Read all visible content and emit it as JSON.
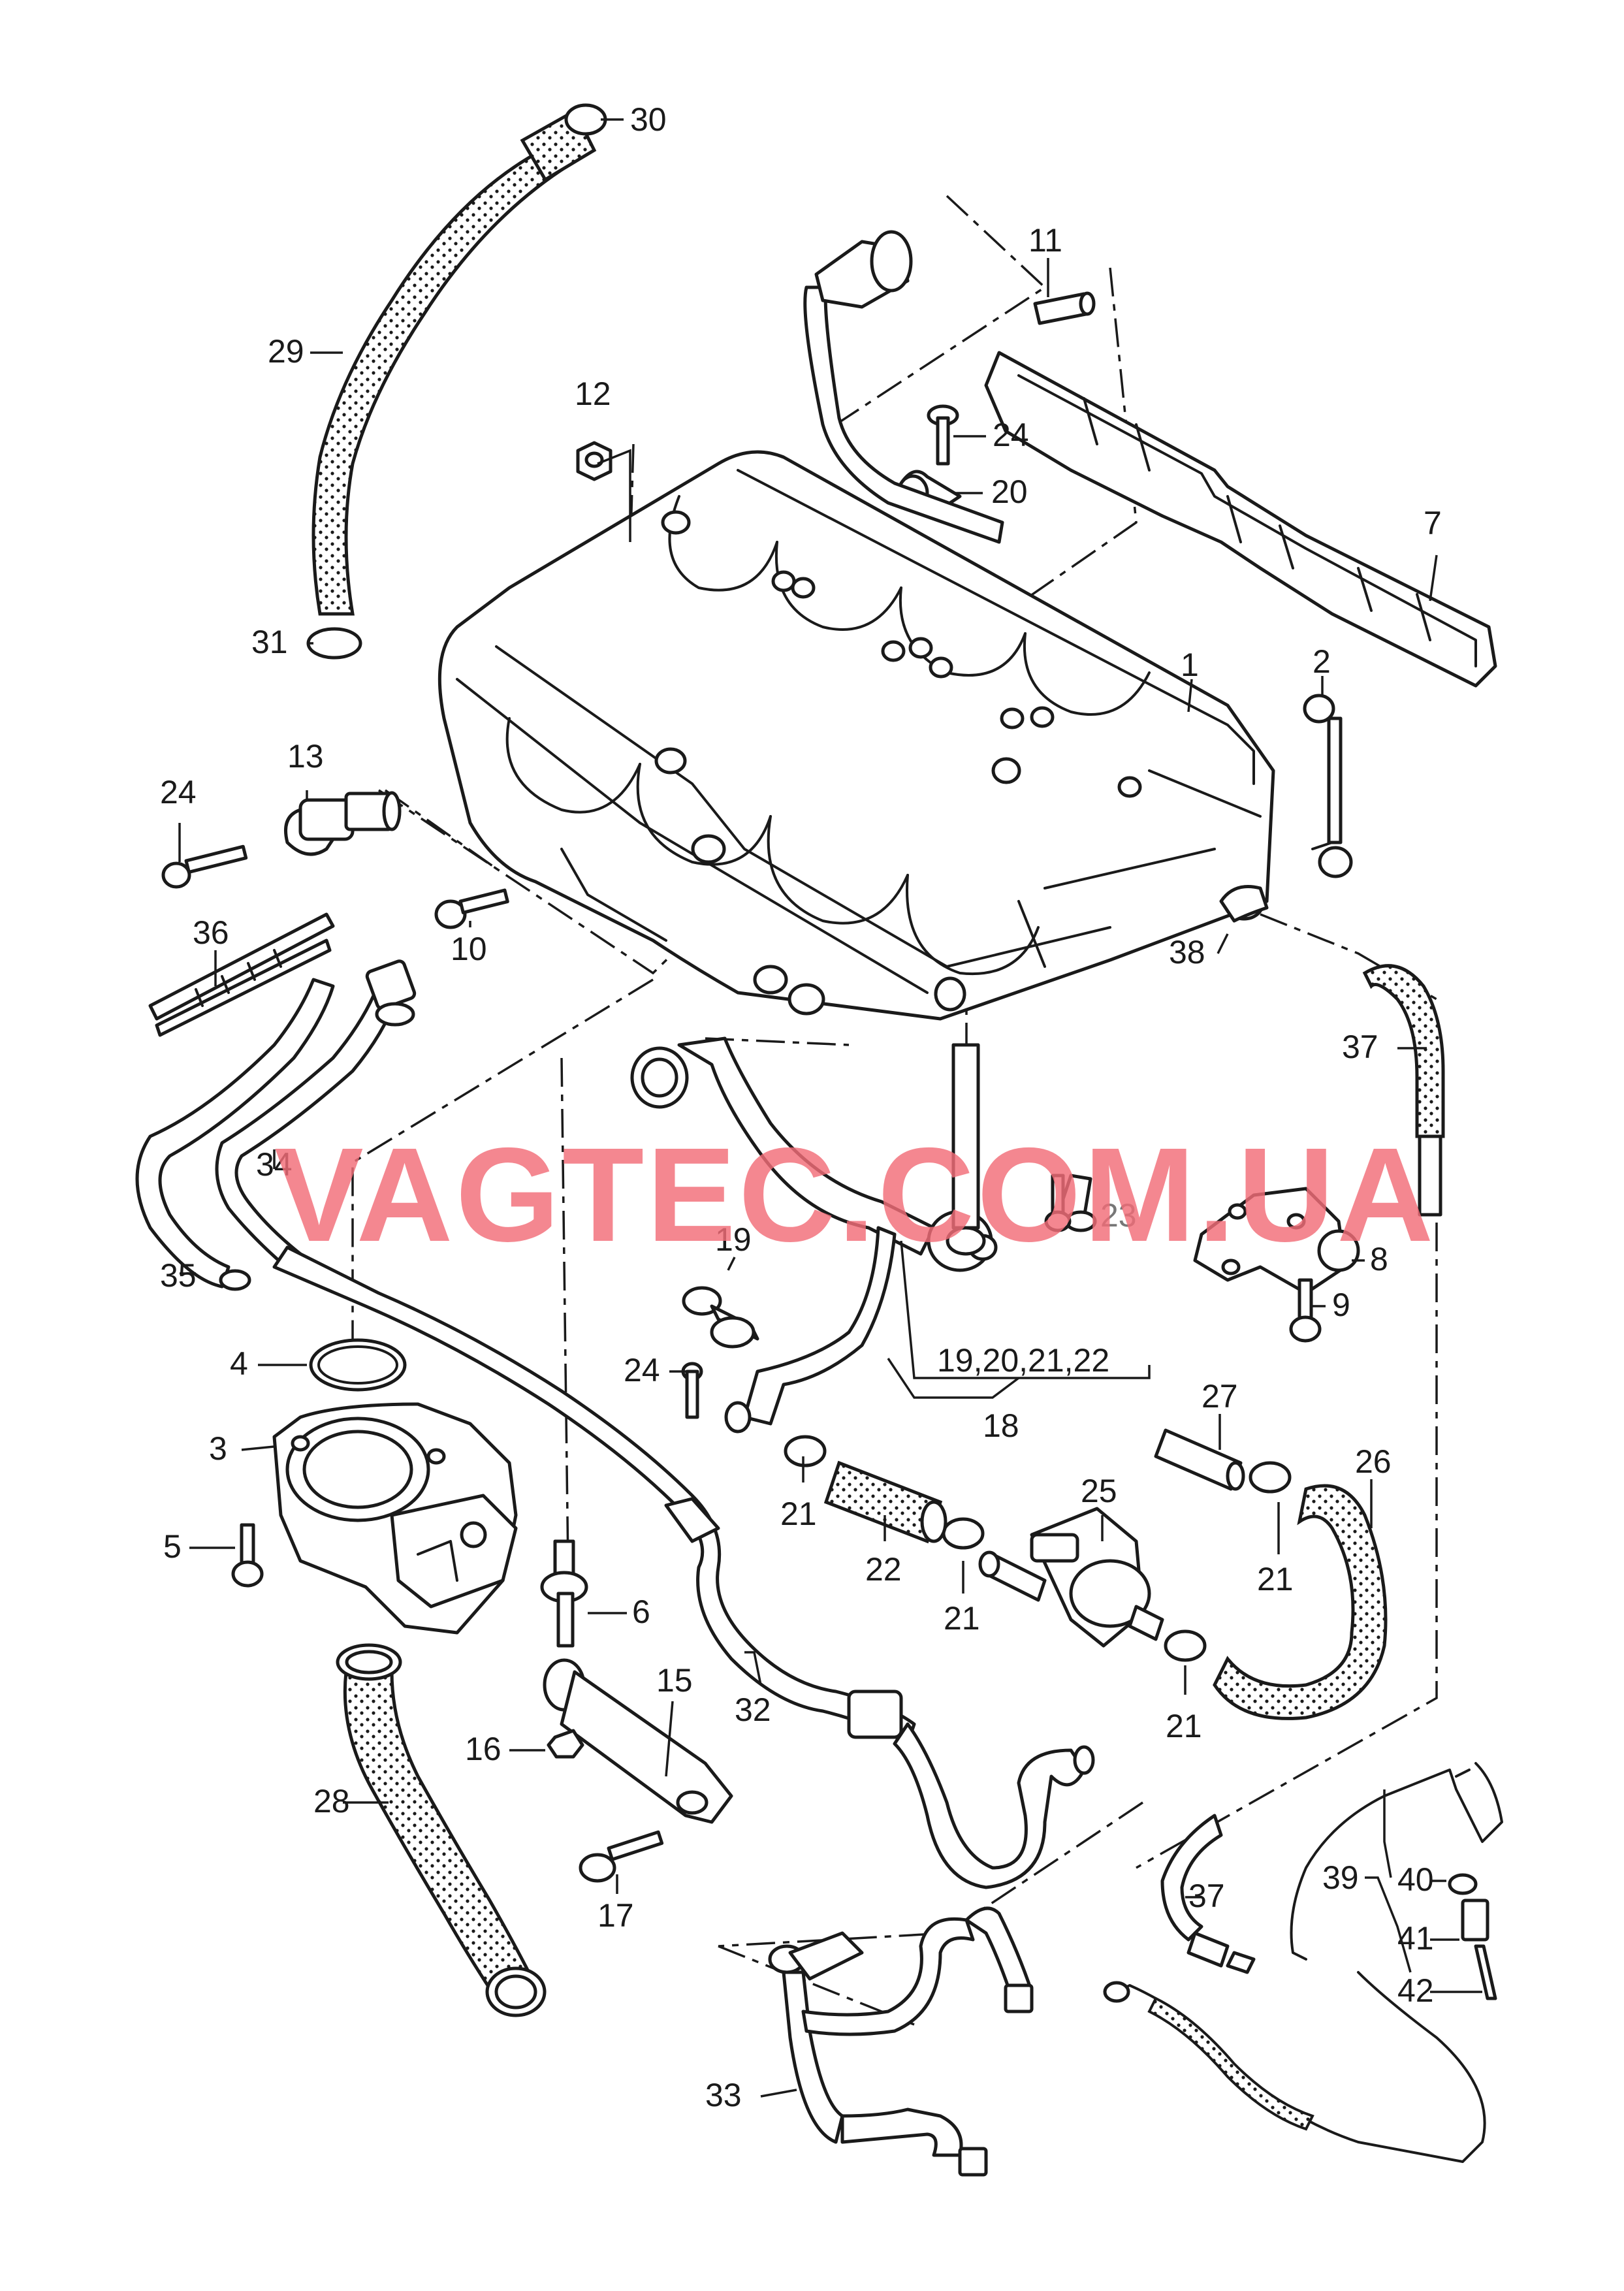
{
  "watermark": "VAGTEC.COM.UA",
  "watermark_color": "#f26d78",
  "callouts": {
    "c1": "1",
    "c2": "2",
    "c3": "3",
    "c4": "4",
    "c5": "5",
    "c6": "6",
    "c7": "7",
    "c8": "8",
    "c9": "9",
    "c10": "10",
    "c11": "11",
    "c12": "12",
    "c13": "13",
    "c15": "15",
    "c16": "16",
    "c17": "17",
    "c18": "18",
    "c19": "19",
    "c19_22": "19,20,21,22",
    "c20": "20",
    "c21a": "21",
    "c21b": "21",
    "c21c": "21",
    "c21d": "21",
    "c22": "22",
    "c23": "23",
    "c24a": "24",
    "c24b": "24",
    "c24c": "24",
    "c25": "25",
    "c26": "26",
    "c27": "27",
    "c28": "28",
    "c29": "29",
    "c30": "30",
    "c31": "31",
    "c32": "32",
    "c33": "33",
    "c34": "34",
    "c35": "35",
    "c36": "36",
    "c37a": "37",
    "c37b": "37",
    "c38": "38",
    "c39": "39",
    "c40": "40",
    "c41": "41",
    "c42": "42"
  }
}
